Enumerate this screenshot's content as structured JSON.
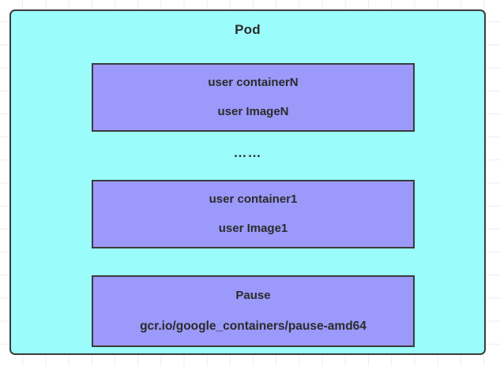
{
  "diagram": {
    "title": "Pod",
    "colors": {
      "pod_fill": "#9afdfc",
      "container_fill": "#9b99fa",
      "border": "#3b3b3b",
      "text": "#2b2b2b",
      "grid_line": "#ededed",
      "page_background": "#ffffff"
    },
    "ellipsis": "……",
    "containers": [
      {
        "id": "container-n",
        "name": "user containerN",
        "image": "user ImageN"
      },
      {
        "id": "container-1",
        "name": "user container1",
        "image": "user Image1"
      },
      {
        "id": "container-pause",
        "name": "Pause",
        "image": "gcr.io/google_containers/pause-amd64"
      }
    ]
  }
}
